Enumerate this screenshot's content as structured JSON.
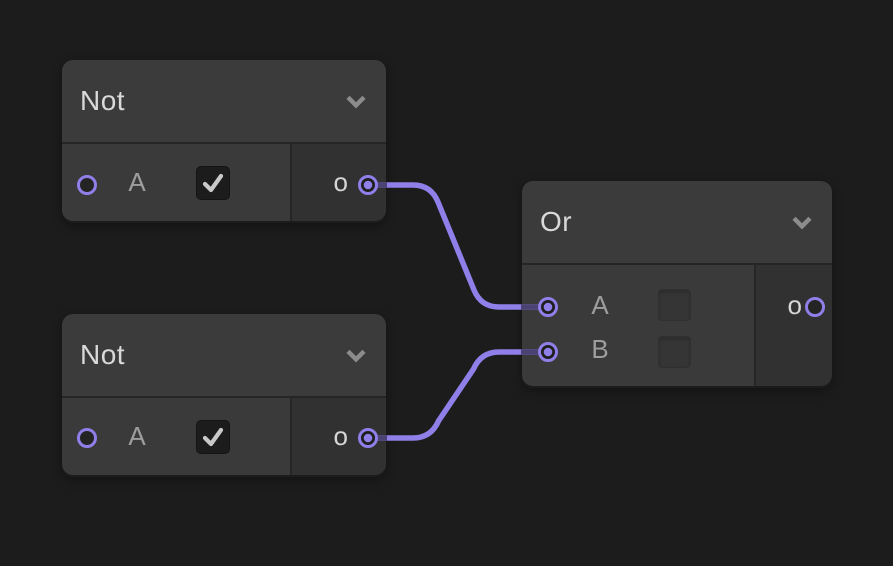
{
  "canvas": {
    "background": "#1c1c1c"
  },
  "palette": {
    "accent": "#8f7fe8",
    "wire": "#8f7fe8",
    "wire_inside_node": "#4c4375",
    "node_header_bg": "#3b3b3b",
    "node_input_bg": "#3a3a3a",
    "node_output_bg": "#313131",
    "port_fill": "#242424",
    "title_color": "#d9d9d9",
    "input_label_color": "#9d9d9d",
    "output_label_color": "#d6d6d6",
    "check_color": "#c9c9c9",
    "chevron_color": "#8c8c8c"
  },
  "nodes": {
    "not1": {
      "title": "Not",
      "type": "Not",
      "inputs": [
        {
          "label": "A",
          "checkbox_checked": true,
          "connected": false
        }
      ],
      "outputs": [
        {
          "label": "o",
          "connected": true
        }
      ]
    },
    "not2": {
      "title": "Not",
      "type": "Not",
      "inputs": [
        {
          "label": "A",
          "checkbox_checked": true,
          "connected": false
        }
      ],
      "outputs": [
        {
          "label": "o",
          "connected": true
        }
      ]
    },
    "or": {
      "title": "Or",
      "type": "Or",
      "inputs": [
        {
          "label": "A",
          "checkbox_checked": false,
          "connected": true
        },
        {
          "label": "B",
          "checkbox_checked": false,
          "connected": true
        }
      ],
      "outputs": [
        {
          "label": "o",
          "connected": false
        }
      ]
    }
  },
  "connections": [
    {
      "from": "not1.output.o",
      "to": "or.input.A"
    },
    {
      "from": "not2.output.o",
      "to": "or.input.B"
    }
  ]
}
